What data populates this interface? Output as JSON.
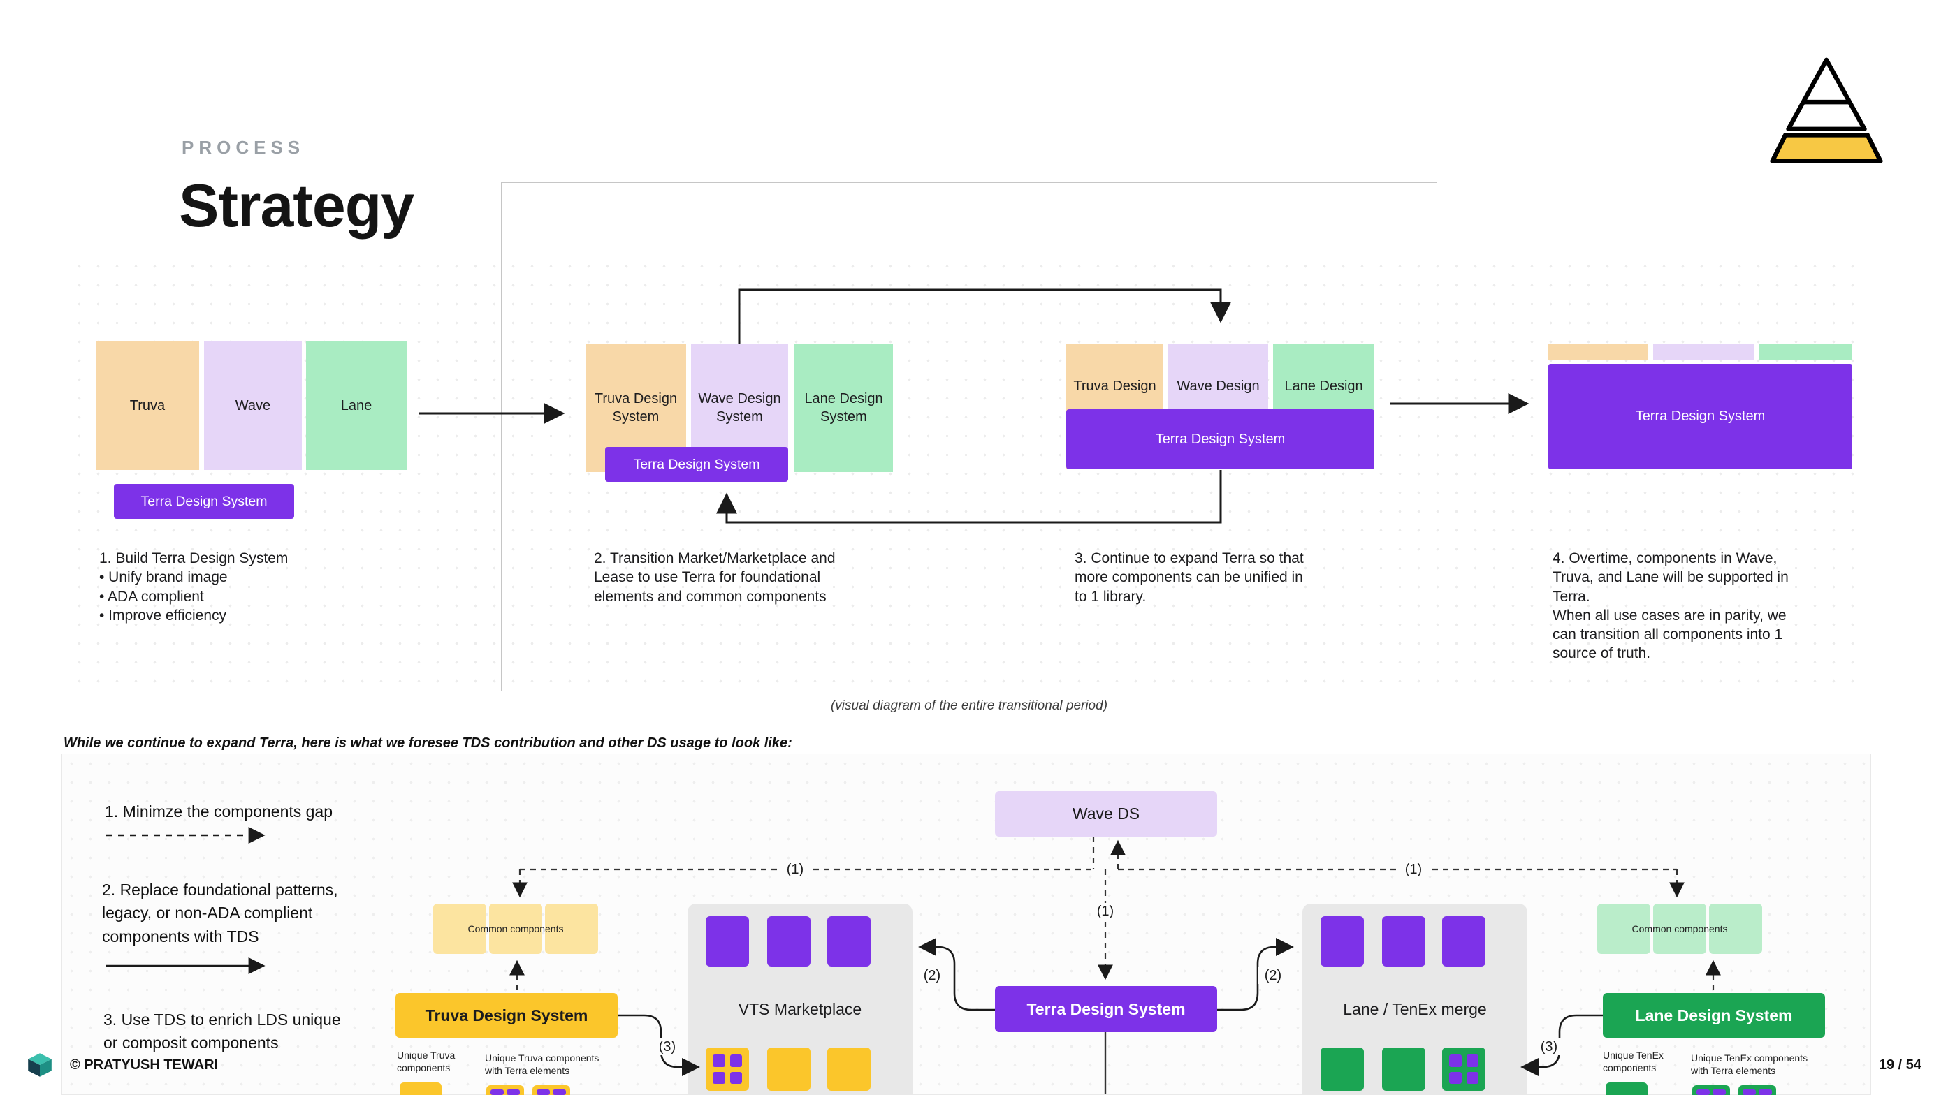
{
  "header": {
    "process_label": "PROCESS",
    "title": "Strategy"
  },
  "logo": {
    "name": "pyramid-logo",
    "accent": "#F7C844"
  },
  "top_diagram": {
    "caption": "(visual diagram of the entire transitional period)",
    "stage1": {
      "truva": "Truva",
      "wave": "Wave",
      "lane": "Lane",
      "badge": "Terra Design System",
      "note": "1. Build Terra Design System\n• Unify brand image\n• ADA complient\n• Improve efficiency"
    },
    "stage2": {
      "truva": "Truva Design\nSystem",
      "wave": "Wave Design\nSystem",
      "lane": "Lane Design\nSystem",
      "badge": "Terra Design System",
      "note": "2. Transition Market/Marketplace and\nLease to use Terra for foundational\nelements and common components"
    },
    "stage3": {
      "truva": "Truva Design",
      "wave": "Wave Design",
      "lane": "Lane Design",
      "badge": "Terra Design System",
      "note": "3. Continue to expand Terra so that\nmore components can be unified in\nto 1 library."
    },
    "stage4": {
      "badge": "Terra Design System",
      "note": "4. Overtime, components in Wave,\nTruva, and Lane will be supported in\nTerra.\nWhen all use cases are in parity, we\ncan transition all components into 1\nsource of truth."
    }
  },
  "bottom_diagram": {
    "intro": "While we continue to expand Terra, here is what we foresee TDS contribution and other DS usage to look like:",
    "steps": {
      "step1": "1. Minimze the components gap",
      "step2": "2. Replace foundational patterns,\nlegacy, or non-ADA complient\ncomponents with TDS",
      "step3": "3. Use TDS to enrich LDS unique\nor composit components"
    },
    "wave_ds": "Wave DS",
    "terra_ds": "Terra Design System",
    "truva_ds": "Truva Design System",
    "lane_ds": "Lane Design System",
    "vts_marketplace": "VTS Marketplace",
    "lane_tenex": "Lane / TenEx merge",
    "common_components_left": "Common components",
    "common_components_right": "Common components",
    "marks": {
      "one": "(1)",
      "two": "(2)",
      "three": "(3)"
    },
    "unique_truva": "Unique Truva\ncomponents",
    "unique_truva_terra": "Unique Truva components\nwith Terra elements",
    "unique_tenex": "Unique TenEx\ncomponents",
    "unique_tenex_terra": "Unique TenEx components\nwith Terra elements"
  },
  "footer": {
    "copyright": "© PRATYUSH TEWARI",
    "page": "19 / 54"
  },
  "colors": {
    "purple": "#7D32E8",
    "peach": "#F8D8A8",
    "lavender": "#E6D6F8",
    "mint": "#A9ECC2",
    "yellow": "#FBC62B",
    "light_yellow": "#FCE4A0",
    "green": "#1BA553",
    "light_green": "#BAEDCA",
    "panel_gray": "#E8E8E8"
  }
}
